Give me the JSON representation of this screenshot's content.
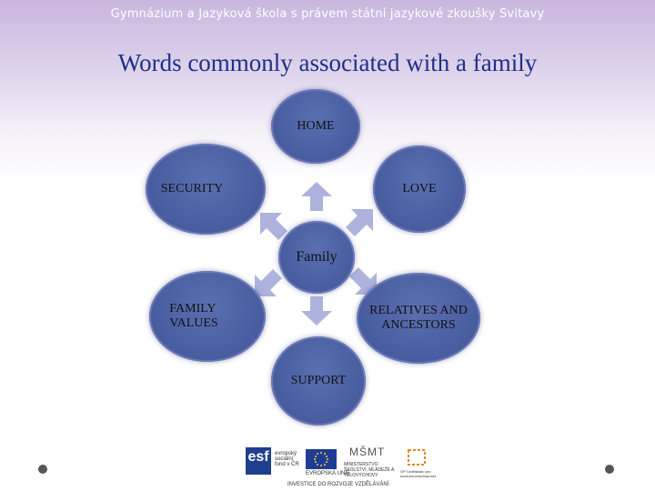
{
  "header": {
    "text": "Gymnázium a Jazyková škola s právem státní jazykové zkoušky Svitavy"
  },
  "title": "Words commonly associated with a family",
  "diagram": {
    "center": "Family",
    "nodes": {
      "home": "HOME",
      "love": "LOVE",
      "security": "SECURITY",
      "family_values": "FAMILY\nVALUES",
      "relatives": "RELATIVES AND\nANCESTORS",
      "support": "SUPPORT"
    }
  },
  "footer": {
    "esf_label": "esf",
    "esf_sub": "evropský sociální fond v ČR",
    "eu_sub": "EVROPSKÁ UNIE",
    "msmt_label": "MŠMT",
    "msmt_sub": "MINISTERSTVO ŠKOLSTVÍ, MLÁDEŽE A TĚLOVÝCHOVY",
    "op_sub": "OP Vzdělávání pro konkurenceschopnost",
    "tagline": "INVESTICE DO ROZVOJE VZDĚLÁVÁNÍ"
  },
  "colors": {
    "node_fill": "#4a5fa1",
    "arrow": "#adb3dd",
    "title": "#1f2f8a"
  }
}
